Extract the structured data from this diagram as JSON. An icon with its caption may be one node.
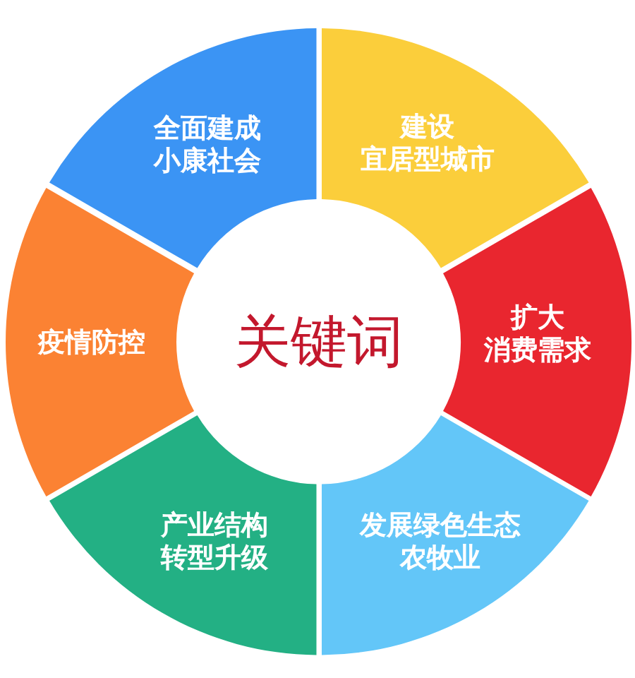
{
  "diagram": {
    "nodes": [
      {
        "text": [
          "全面建成小康社会"
        ]
      },
      {
        "text": [
          "建设宜居型城市"
        ]
      },
      {
        "text": [
          "扩大消费需求"
        ]
      },
      {
        "text": [
          "发展绿色生态农牧业"
        ]
      },
      {
        "text": [
          "产业结构转型升级"
        ]
      },
      {
        "text": [
          "疫情防控"
        ]
      }
    ],
    "labels": [
      "关键词"
    ]
  }
}
